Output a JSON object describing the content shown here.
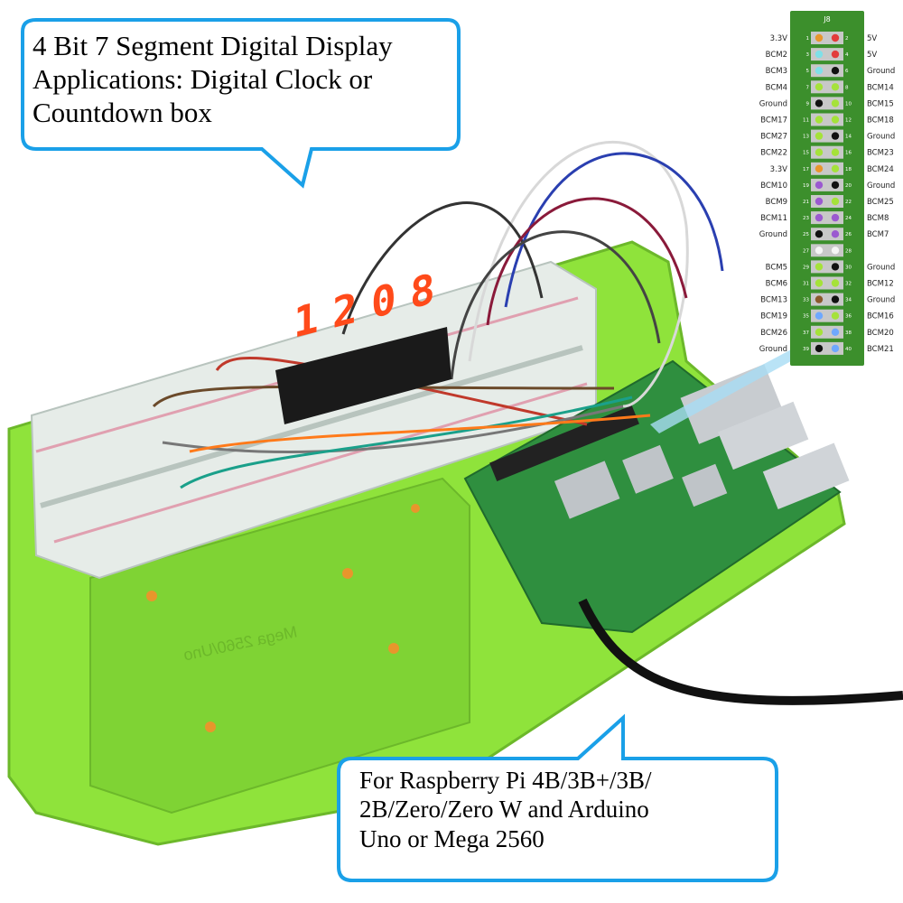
{
  "callouts": {
    "top": {
      "lines": [
        "4 Bit 7 Segment Digital Display",
        "Applications:  Digital Clock or",
        "Countdown box"
      ]
    },
    "bottom": {
      "lines": [
        "For Raspberry Pi 4B/3B+/3B/",
        "2B/Zero/Zero W and Arduino",
        "Uno or Mega 2560"
      ]
    }
  },
  "display": {
    "digits": [
      "1",
      "2",
      "0",
      "8"
    ]
  },
  "board_silk": {
    "mount_label": "Mega 2560/Uno"
  },
  "pinout": {
    "title": "J8",
    "left": [
      "3.3V",
      "BCM2",
      "BCM3",
      "BCM4",
      "Ground",
      "BCM17",
      "BCM27",
      "BCM22",
      "3.3V",
      "BCM10",
      "BCM9",
      "BCM11",
      "Ground",
      "",
      "BCM5",
      "BCM6",
      "BCM13",
      "BCM19",
      "BCM26",
      "Ground"
    ],
    "right": [
      "5V",
      "5V",
      "Ground",
      "BCM14",
      "BCM15",
      "BCM18",
      "Ground",
      "BCM23",
      "BCM24",
      "Ground",
      "BCM25",
      "BCM8",
      "BCM7",
      "",
      "Ground",
      "BCM12",
      "Ground",
      "BCM16",
      "BCM20",
      "BCM21"
    ],
    "left_nums": [
      "1",
      "3",
      "5",
      "7",
      "9",
      "11",
      "13",
      "15",
      "17",
      "19",
      "21",
      "23",
      "25",
      "27",
      "29",
      "31",
      "33",
      "35",
      "37",
      "39"
    ],
    "right_nums": [
      "2",
      "4",
      "6",
      "8",
      "10",
      "12",
      "14",
      "16",
      "18",
      "20",
      "22",
      "24",
      "26",
      "28",
      "30",
      "32",
      "34",
      "36",
      "38",
      "40"
    ],
    "left_colors": [
      "#e8962c",
      "#7fe0e8",
      "#7fe0e8",
      "#a5e23a",
      "#111111",
      "#a5e23a",
      "#a5e23a",
      "#a5e23a",
      "#e8962c",
      "#9b59d0",
      "#9b59d0",
      "#9b59d0",
      "#111111",
      "#f5f5f5",
      "#a5e23a",
      "#a5e23a",
      "#8a5a2b",
      "#6fa8ff",
      "#a5e23a",
      "#111111"
    ],
    "right_colors": [
      "#e23b3b",
      "#e23b3b",
      "#111111",
      "#a5e23a",
      "#a5e23a",
      "#a5e23a",
      "#111111",
      "#a5e23a",
      "#a5e23a",
      "#111111",
      "#a5e23a",
      "#9b59d0",
      "#9b59d0",
      "#f5f5f5",
      "#111111",
      "#a5e23a",
      "#111111",
      "#a5e23a",
      "#6fa8ff",
      "#6fa8ff"
    ]
  },
  "colors": {
    "platform": "#8fe33b",
    "callout_border": "#1aa0e8",
    "display_digit": "#ff4a1a",
    "pcb": "#2f8f3f",
    "pinout_bg": "#3c8f2c"
  }
}
